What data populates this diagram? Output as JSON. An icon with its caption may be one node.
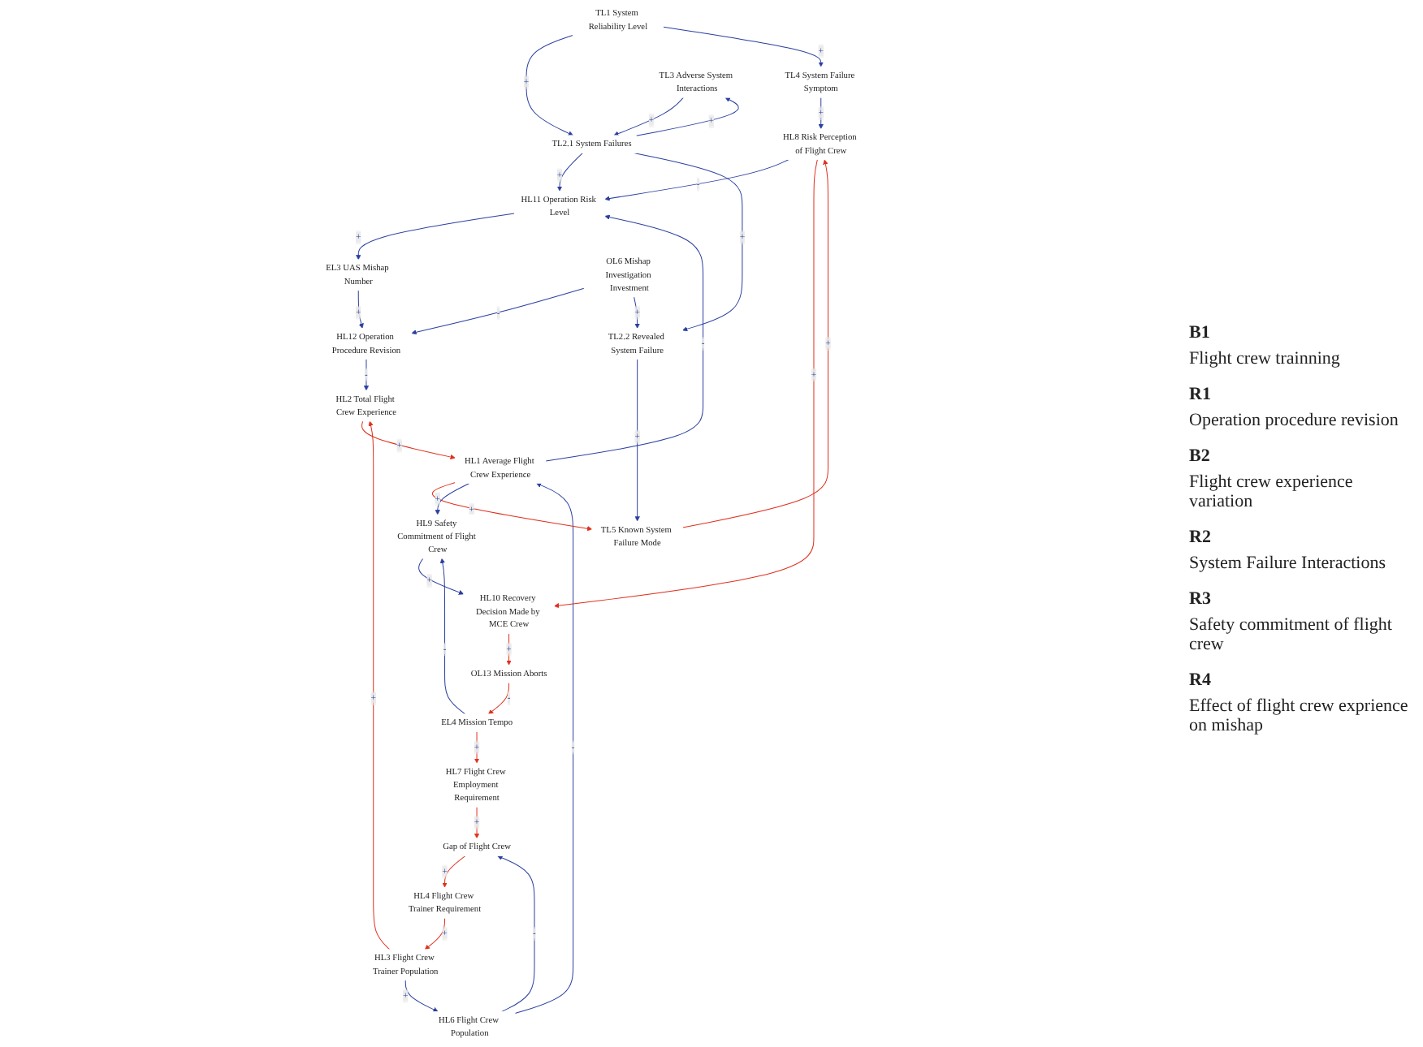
{
  "diagram": {
    "nodes": [
      {
        "text": [
          "HL4 Flight Crew Trainer Requirement"
        ]
      },
      {
        "text": [
          "HL3 Flight Crew Trainer Population"
        ]
      },
      {
        "text": [
          "HL2 Total Flight Crew Experience"
        ]
      },
      {
        "text": [
          "HL12 Operation Procedure Revision"
        ]
      },
      {
        "text": [
          "OL6 Mishap Investigation Investment"
        ]
      },
      {
        "text": [
          "EL3 UAS Mishap Number"
        ]
      },
      {
        "text": [
          "HL6 Flight Crew Population"
        ]
      },
      {
        "text": [
          "Gap of Flight Crew"
        ]
      },
      {
        "text": [
          "TL2.2 Revealed System Failure"
        ]
      },
      {
        "text": [
          "HL1 Average Flight Crew Experience"
        ]
      },
      {
        "text": [
          "HL11 Operation Risk Level"
        ]
      },
      {
        "text": [
          "HL7 Flight Crew Employment Requirement"
        ]
      },
      {
        "text": [
          "TL2.1 System Failures"
        ]
      },
      {
        "text": [
          "TL5 Known System Failure Mode"
        ]
      },
      {
        "text": [
          "TL1 System Reliability Level"
        ]
      },
      {
        "text": [
          "EL4 Mission Tempo"
        ]
      },
      {
        "text": [
          "HL9 Safety Commitment of Flight Crew"
        ]
      },
      {
        "text": [
          "TL3 Adverse System Interactions"
        ]
      },
      {
        "text": [
          "TL4 System Failure Symptom"
        ]
      },
      {
        "text": [
          "OL13 Mission Aborts"
        ]
      },
      {
        "text": [
          "HL10 Recovery Decision Made by MCE Crew"
        ]
      },
      {
        "text": [
          "HL8 Risk Perception of Flight Crew"
        ]
      }
    ],
    "edges": [
      {
        "from": 0,
        "to": 1,
        "arrow": "to",
        "label": "+",
        "color": "#e0301e"
      },
      {
        "from": 1,
        "to": 2,
        "arrow": "to",
        "label": "+",
        "color": "#e0301e"
      },
      {
        "from": 1,
        "to": 6,
        "arrow": "to",
        "label": "+"
      },
      {
        "from": 2,
        "to": 9,
        "arrow": "to",
        "label": "+",
        "color": "#e0301e"
      },
      {
        "from": 3,
        "to": 2,
        "arrow": "to",
        "label": "-"
      },
      {
        "from": 4,
        "to": 3,
        "arrow": "to",
        "label": "-"
      },
      {
        "from": 4,
        "to": 8,
        "arrow": "to",
        "label": "+"
      },
      {
        "from": 5,
        "to": 3,
        "arrow": "to",
        "label": "+"
      },
      {
        "from": 6,
        "to": 7,
        "arrow": "to",
        "label": "-"
      },
      {
        "from": 6,
        "to": 9,
        "arrow": "to",
        "label": "-"
      },
      {
        "from": 7,
        "to": 0,
        "arrow": "to",
        "label": "+",
        "color": "#e0301e"
      },
      {
        "from": 11,
        "to": 7,
        "arrow": "to",
        "label": "+",
        "color": "#e0301e"
      },
      {
        "from": 9,
        "to": 10,
        "arrow": "to",
        "label": "-"
      },
      {
        "from": 9,
        "to": 13,
        "arrow": "to",
        "label": "+",
        "color": "#e0301e"
      },
      {
        "from": 9,
        "to": 16,
        "arrow": "to",
        "label": "+"
      },
      {
        "from": 10,
        "to": 5,
        "arrow": "to",
        "label": "+"
      },
      {
        "from": 12,
        "to": 10,
        "arrow": "to",
        "label": "+"
      },
      {
        "from": 12,
        "to": 8,
        "arrow": "to",
        "label": "+"
      },
      {
        "from": 12,
        "to": 17,
        "arrow": "to",
        "label": "+"
      },
      {
        "from": 17,
        "to": 12,
        "arrow": "to",
        "label": "+"
      },
      {
        "from": 8,
        "to": 13,
        "arrow": "to",
        "label": "+"
      },
      {
        "from": 14,
        "to": 12,
        "arrow": "to",
        "label": "+"
      },
      {
        "from": 14,
        "to": 18,
        "arrow": "to",
        "label": "+"
      },
      {
        "from": 13,
        "to": 21,
        "arrow": "to",
        "label": "+",
        "color": "#e0301e"
      },
      {
        "from": 18,
        "to": 21,
        "arrow": "to",
        "label": "+"
      },
      {
        "from": 21,
        "to": 10,
        "arrow": "to",
        "label": "-"
      },
      {
        "from": 21,
        "to": 20,
        "arrow": "to",
        "label": "+",
        "color": "#e0301e"
      },
      {
        "from": 15,
        "to": 11,
        "arrow": "to",
        "label": "+",
        "color": "#e0301e"
      },
      {
        "from": 15,
        "to": 16,
        "arrow": "to",
        "label": "-"
      },
      {
        "from": 19,
        "to": 15,
        "arrow": "to",
        "label": "-",
        "color": "#e0301e"
      },
      {
        "from": 16,
        "to": 20,
        "arrow": "to",
        "label": "+"
      },
      {
        "from": 20,
        "to": 19,
        "arrow": "to",
        "label": "+",
        "color": "#e0301e"
      }
    ],
    "labels": [
      "B1",
      "Flight crew trainning",
      "R1",
      "Operation procedure revision",
      "B2",
      "Flight crew experience variation",
      "R2",
      "System Failure Interactions",
      "R3",
      "Safety commitment of flight crew",
      "R4",
      "Effect of flight crew exprience on mishap"
    ]
  }
}
